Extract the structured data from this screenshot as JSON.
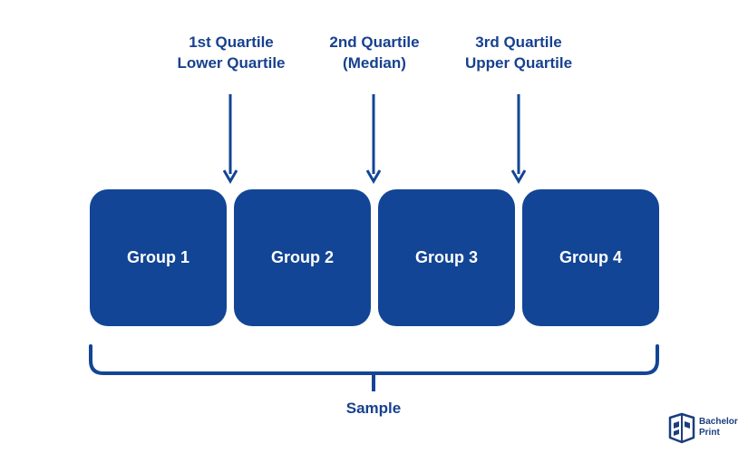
{
  "quartiles": [
    {
      "line1": "1st Quartile",
      "line2": "Lower Quartile"
    },
    {
      "line1": "2nd Quartile",
      "line2": "(Median)"
    },
    {
      "line1": "3rd Quartile",
      "line2": "Upper Quartile"
    }
  ],
  "groups": [
    "Group 1",
    "Group 2",
    "Group 3",
    "Group 4"
  ],
  "sample_label": "Sample",
  "logo": {
    "line1": "Bachelor",
    "line2": "Print"
  },
  "colors": {
    "primary": "#124595",
    "text": "#17418f",
    "background": "#ffffff"
  }
}
